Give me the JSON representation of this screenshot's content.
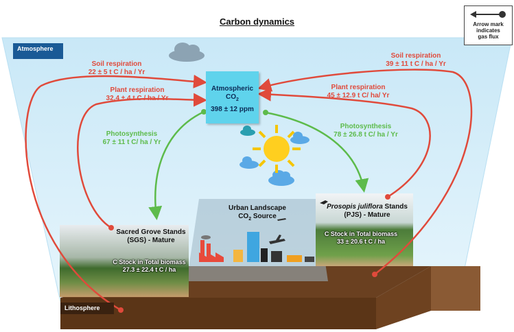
{
  "title": "Carbon dynamics",
  "legend": {
    "line1": "Arrow mark",
    "line2": "indicates",
    "line3": "gas flux"
  },
  "atmosphere_label": "Atmosphere",
  "lithosphere_label": "Lithosphere",
  "atmospheric_co2": {
    "line1": "Atmospheric",
    "line2": "CO",
    "sub": "2",
    "value": "398 ± 12 ppm"
  },
  "left_fluxes": {
    "soil_respiration": {
      "label": "Soil respiration",
      "value": "22 ± 5 t C / ha / Yr"
    },
    "plant_respiration": {
      "label": "Plant respiration",
      "value": "32.4 ± 4 t C / ha / Yr"
    },
    "photosynthesis": {
      "label": "Photosynthesis",
      "value": "67 ± 11 t C/ ha / Yr"
    }
  },
  "right_fluxes": {
    "soil_respiration": {
      "label": "Soil respiration",
      "value": "39 ± 11 t C / ha / Yr"
    },
    "plant_respiration": {
      "label": "Plant respiration",
      "value": "45 ± 12.9 t C/ ha/ Yr"
    },
    "photosynthesis": {
      "label": "Photosynthesis",
      "value": "78 ± 26.8 t C/ ha / Yr"
    }
  },
  "sgs": {
    "line1": "Sacred Grove Stands",
    "line2": "(SGS) - Mature",
    "stock_label": "C Stock in Total biomass",
    "stock_value": "27.3 ± 22.4 t C / ha"
  },
  "pjs": {
    "species": "Prosopis juliflora",
    "line1_rest": " Stands",
    "line2": "(PJS) - Mature",
    "stock_label": "C Stock in Total biomass",
    "stock_value": "33 ± 20.6 t C / ha"
  },
  "urban": {
    "line1": "Urban Landscape",
    "line2": "CO",
    "sub": "2",
    "line2_rest": " Source"
  },
  "colors": {
    "sky": "#d4eefa",
    "soil": "#5b3517",
    "co2_box": "#5fd3ec",
    "respiration": "#e04a3b",
    "photosynthesis": "#5dbb4b",
    "atmosphere_tag": "#1a5a96"
  },
  "icons": [
    "cloud-icon",
    "sun-icon",
    "factory-icon",
    "airplane-icon",
    "bird-icon",
    "legend-arrow-icon"
  ]
}
